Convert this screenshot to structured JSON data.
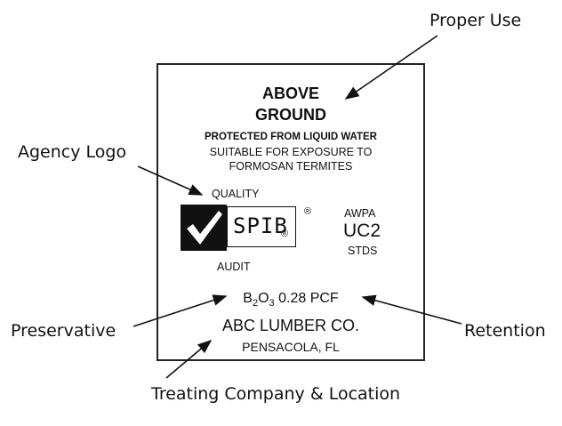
{
  "callouts": {
    "proper_use": "Proper Use",
    "agency_logo": "Agency Logo",
    "preservative": "Preservative",
    "retention": "Retention",
    "treating_company": "Treating Company & Location"
  },
  "tag": {
    "use_line1": "ABOVE",
    "use_line2": "GROUND",
    "protected": "PROTECTED FROM LIQUID WATER",
    "suitable1": "SUITABLE FOR EXPOSURE TO",
    "suitable2": "FORMOSAN TERMITES",
    "quality": "QUALITY",
    "audit": "AUDIT",
    "logo_text": "SPIB",
    "registered": "®",
    "awpa": "AWPA",
    "uc": "UC2",
    "stds": "STDS",
    "preservative_b": "B",
    "preservative_sub2": "2",
    "preservative_o": "O",
    "preservative_sub3": "3",
    "preservative_rest": " 0.28 PCF",
    "company": "ABC LUMBER CO.",
    "location": "PENSACOLA, FL"
  }
}
